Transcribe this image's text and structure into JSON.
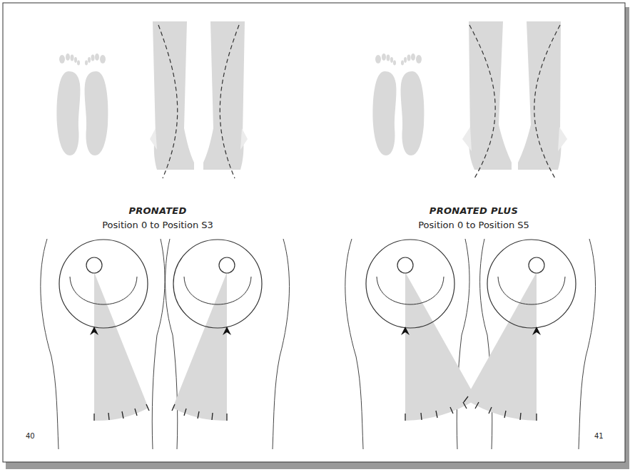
{
  "diagram": {
    "labels": [
      "PRONATED",
      "Position 0 to Position S3",
      "PRONATED PLUS",
      "Position 0 to Position S5",
      "40",
      "41"
    ]
  }
}
